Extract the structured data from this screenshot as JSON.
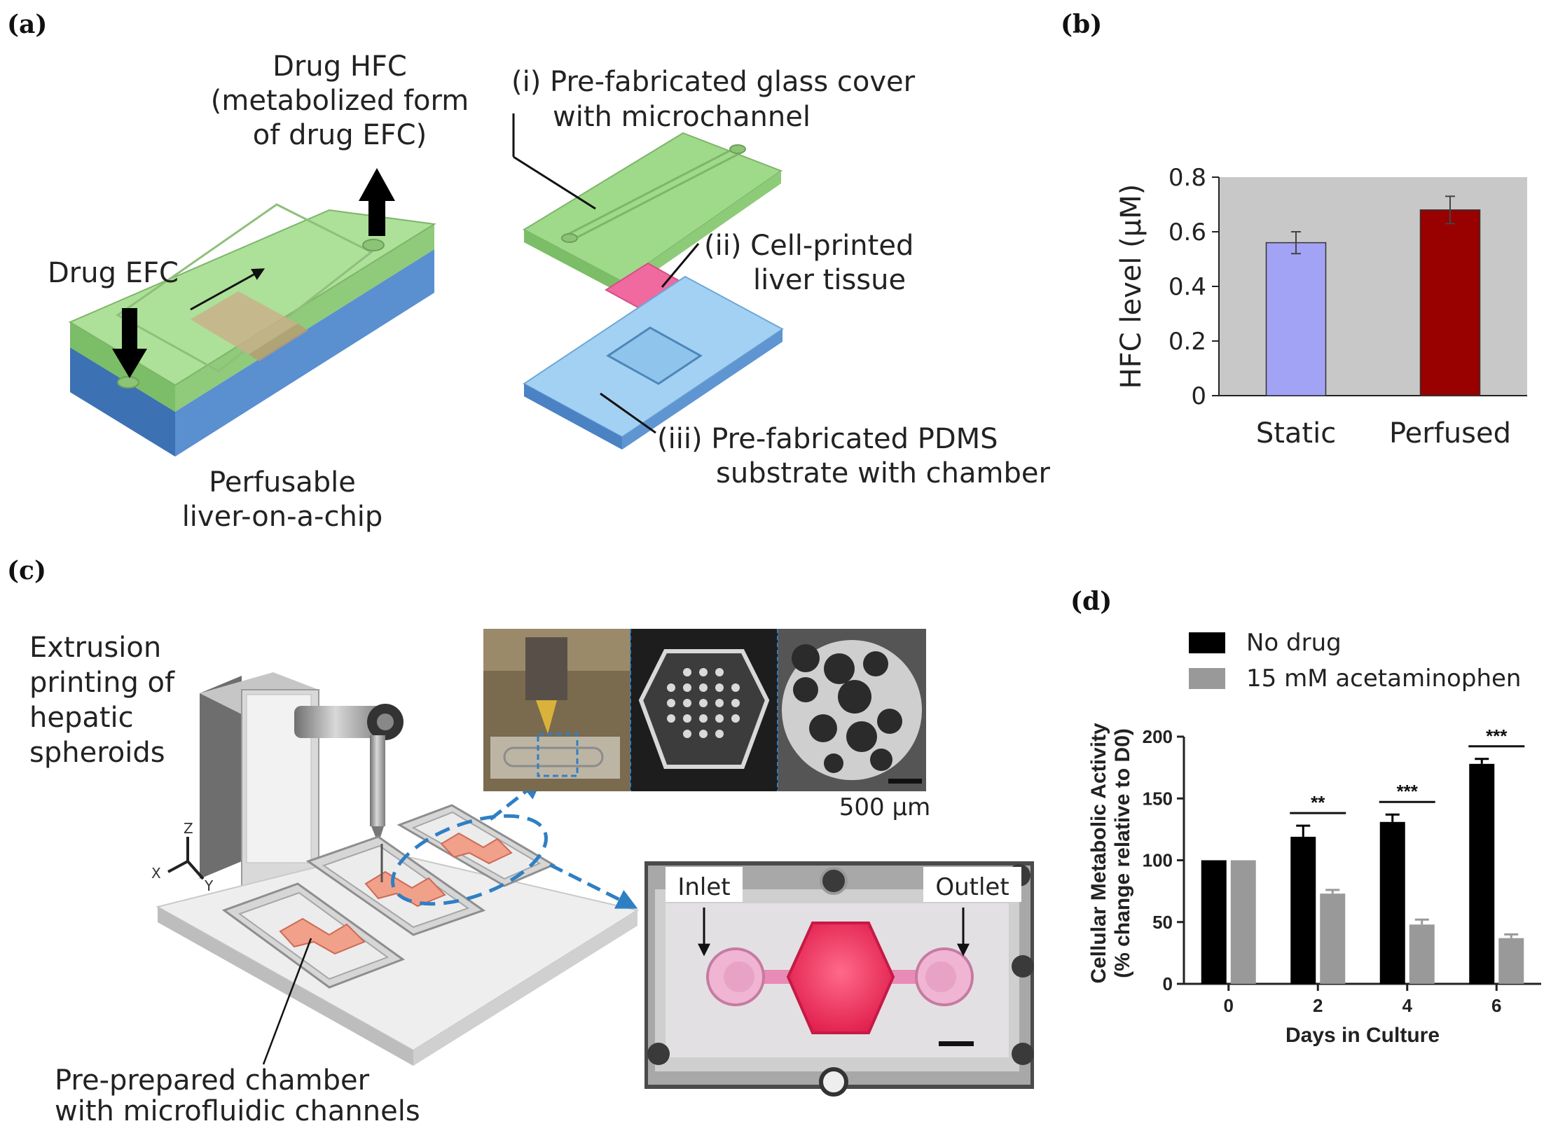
{
  "panel_letters": {
    "a": "(a)",
    "b": "(b)",
    "c": "(c)",
    "d": "(d)"
  },
  "panel_a": {
    "drug_hfc_lines": [
      "Drug HFC",
      "(metabolized form",
      "of drug EFC)"
    ],
    "drug_efc": "Drug EFC",
    "caption_lines": [
      "Perfusable",
      "liver-on-a-chip"
    ],
    "part_i_lines": [
      "(i) Pre-fabricated glass cover",
      "with microchannel"
    ],
    "part_ii_lines": [
      "(ii) Cell-printed",
      "liver tissue"
    ],
    "part_iii_lines": [
      "(iii) Pre-fabricated PDMS",
      "substrate with chamber"
    ],
    "colors": {
      "glass": "#8fd27a",
      "pdms": "#8ec5ef",
      "base_blue": "#4a82c4",
      "tissue": "#f06aa0"
    }
  },
  "panel_c": {
    "extrusion_lines": [
      "Extrusion",
      "printing of",
      "hepatic",
      "spheroids"
    ],
    "chamber_lines": [
      "Pre-prepared chamber",
      "with microfluidic channels"
    ],
    "scale_label": "500 µm",
    "inlet": "Inlet",
    "outlet": "Outlet",
    "axis_z": "Z",
    "axis_x": "X",
    "axis_y": "Y"
  },
  "chart_data": [
    {
      "panel": "b",
      "type": "bar",
      "ylabel": "HFC level (μM)",
      "categories": [
        "Static",
        "Perfused"
      ],
      "values": [
        0.56,
        0.68
      ],
      "errors": [
        0.04,
        0.05
      ],
      "colors": [
        "#a3a3f5",
        "#990000"
      ],
      "ylim": [
        0,
        0.8
      ],
      "yticks": [
        "0",
        "0.2",
        "0.4",
        "0.6",
        "0.8"
      ],
      "background": "#c8c8c8"
    },
    {
      "panel": "d",
      "type": "bar",
      "xlabel": "Days in Culture",
      "ylabel": [
        "Cellular Metabolic Activity",
        "(% change relative to D0)"
      ],
      "categories": [
        "0",
        "2",
        "4",
        "6"
      ],
      "series": [
        {
          "name": "No drug",
          "values": [
            100,
            119,
            131,
            178
          ],
          "errors": [
            0,
            9,
            6,
            4
          ],
          "color": "#000000"
        },
        {
          "name": "15 mM acetaminophen",
          "values": [
            100,
            73,
            48,
            37
          ],
          "errors": [
            0,
            3,
            4,
            3
          ],
          "color": "#999999"
        }
      ],
      "significance": [
        "",
        "**",
        "***",
        "***"
      ],
      "ylim": [
        0,
        200
      ],
      "yticks": [
        "0",
        "50",
        "100",
        "150",
        "200"
      ],
      "legend": "top"
    }
  ]
}
